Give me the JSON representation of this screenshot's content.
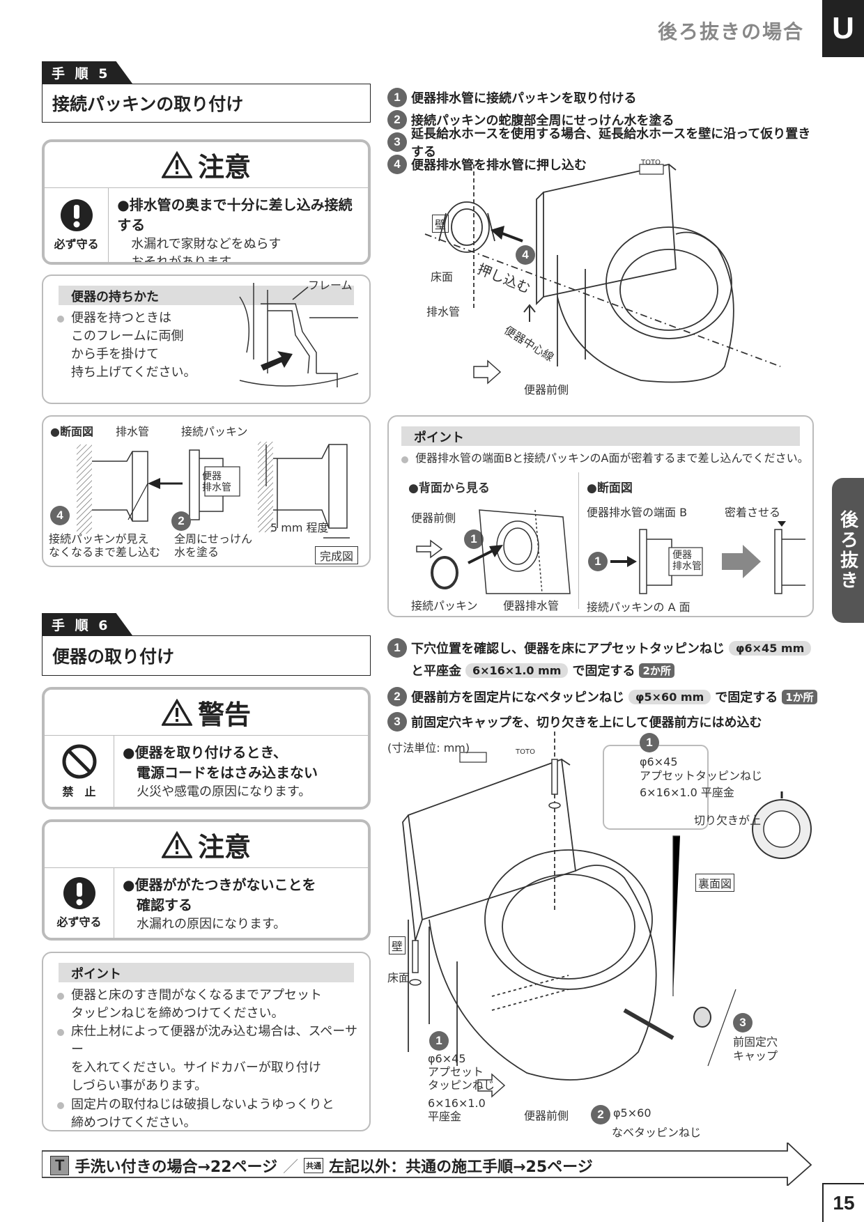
{
  "header": {
    "title": "後ろ抜きの場合",
    "badge": "U",
    "side_tab": "後ろ抜き",
    "page_number": "15"
  },
  "step5": {
    "label": "手 順 5",
    "title": "接続パッキンの取り付け",
    "caution": {
      "heading": "注意",
      "icon_label": "必ず守る",
      "main": "●排水管の奥まで十分に差し込み接続する",
      "sub1": "水漏れで家財などをぬらす",
      "sub2": "おそれがあります。"
    },
    "holding": {
      "heading": "便器の持ちかた",
      "lines": [
        "便器を持つときは",
        "このフレームに両側",
        "から手を掛けて",
        "持ち上げてください。"
      ],
      "frame_label": "フレーム"
    },
    "section": {
      "title": "●断面図",
      "pipe": "排水管",
      "packing": "接続パッキン",
      "inner_pipe1": "便器",
      "inner_pipe2": "排水管",
      "step4_1": "接続パッキンが見え",
      "step4_2": "なくなるまで差し込む",
      "step2_1": "全周にせっけん",
      "step2_2": "水を塗る",
      "gap": "5 mm 程度",
      "done": "完成図",
      "n4": "4",
      "n2": "2"
    },
    "instructions": [
      {
        "n": "1",
        "text": "便器排水管に接続パッキンを取り付ける"
      },
      {
        "n": "2",
        "text": "接続パッキンの蛇腹部全周にせっけん水を塗る"
      },
      {
        "n": "3",
        "text": "延長給水ホースを使用する場合、延長給水ホースを壁に沿って仮り置きする"
      },
      {
        "n": "4",
        "text": "便器排水管を排水管に押し込む"
      }
    ],
    "diagram": {
      "wall": "壁",
      "floor": "床面",
      "pipe": "排水管",
      "push": "押し込む",
      "center": "便器中心線",
      "front": "便器前側",
      "n4": "4",
      "logo": "TOTO"
    },
    "point": {
      "heading": "ポイント",
      "text": "便器排水管の端面Bと接続パッキンのA面が密着するまで差し込んでください。",
      "back_title": "●背面から見る",
      "back_front": "便器前側",
      "back_packing": "接続パッキン",
      "back_pipe": "便器排水管",
      "sec_title": "●断面図",
      "sec_end": "便器排水管の端面 B",
      "sec_close": "密着させる",
      "sec_inner1": "便器",
      "sec_inner2": "排水管",
      "sec_a": "接続パッキンの A 面",
      "n1": "1"
    }
  },
  "step6": {
    "label": "手 順 6",
    "title": "便器の取り付け",
    "warning": {
      "heading": "警告",
      "icon_label": "禁　止",
      "main1": "●便器を取り付けるとき、",
      "main2": "電源コードをはさみ込まない",
      "sub": "火災や感電の原因になります。"
    },
    "caution": {
      "heading": "注意",
      "icon_label": "必ず守る",
      "main1": "●便器ががたつきがないことを",
      "main2": "確認する",
      "sub": "水漏れの原因になります。"
    },
    "point": {
      "heading": "ポイント",
      "b1": [
        "便器と床のすき間がなくなるまでアプセット",
        "タッピンねじを締めつけてください。"
      ],
      "b2": [
        "床仕上材によって便器が沈み込む場合は、スペーサー",
        "を入れてください。サイドカバーが取り付け",
        "しづらい事があります。"
      ],
      "b3": [
        "固定片の取付ねじは破損しないようゆっくりと",
        "締めつけてください。"
      ]
    },
    "instructions": {
      "i1_a": "下穴位置を確認し、便器を床にアプセットタッピンねじ",
      "i1_p1": "φ6×45 mm",
      "i1_b": "と平座金",
      "i1_p2": "6×16×1.0 mm",
      "i1_c": "で固定する",
      "i1_d": "2か所",
      "i2_a": "便器前方を固定片になベタッピンねじ",
      "i2_p": "φ5×60 mm",
      "i2_b": "で固定する",
      "i2_d": "1か所",
      "i3": "前固定穴キャップを、切り欠きを上にして便器前方にはめ込む",
      "n1": "1",
      "n2": "2",
      "n3": "3"
    },
    "diagram": {
      "unit": "(寸法単位: mm)",
      "s1_a": "φ6×45",
      "s1_b": "アプセットタッピンねじ",
      "s1_c": "6×16×1.0 平座金",
      "notch": "切り欠きが上",
      "back": "裏面図",
      "wall": "壁",
      "floor": "床面",
      "l_a": "φ6×45",
      "l_b": "アプセット",
      "l_c": "タッピンねじ",
      "l_d": "6×16×1.0",
      "l_e": "平座金",
      "front": "便器前側",
      "s2_a": "φ5×60",
      "s2_b": "なベタッピンねじ",
      "cap1": "前固定穴",
      "cap2": "キャップ",
      "logo": "TOTO",
      "n1": "1",
      "n2": "2",
      "n3": "3"
    }
  },
  "footer": {
    "t_badge": "T",
    "t_text": "手洗い付きの場合→22ページ",
    "sep": "／",
    "c_badge": "共通",
    "c_text": "左記以外：共通の施工手順→25ページ"
  }
}
